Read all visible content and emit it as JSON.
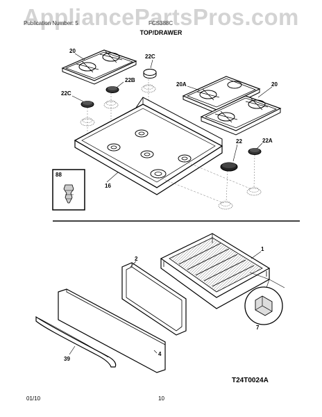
{
  "header": {
    "publication_label": "Publication Number: 5",
    "model_label": "FCS388C",
    "watermark": "AppliancePartsPros.com",
    "section_title": "TOP/DRAWER"
  },
  "callouts": {
    "grate_left": "20",
    "cap_22c_top": "22C",
    "cap_22b": "22B",
    "cap_22c_left": "22C",
    "grate_20a": "20A",
    "grate_right": "20",
    "cap_22": "22",
    "cap_22a": "22A",
    "inset_88": "88",
    "cooktop_16": "16",
    "drawer_1": "1",
    "panel_2": "2",
    "front_4": "4",
    "handle_39": "39",
    "clip_7": "7"
  },
  "figure_code": "T24T0024A",
  "footer": {
    "date": "01/10",
    "page": "10"
  }
}
